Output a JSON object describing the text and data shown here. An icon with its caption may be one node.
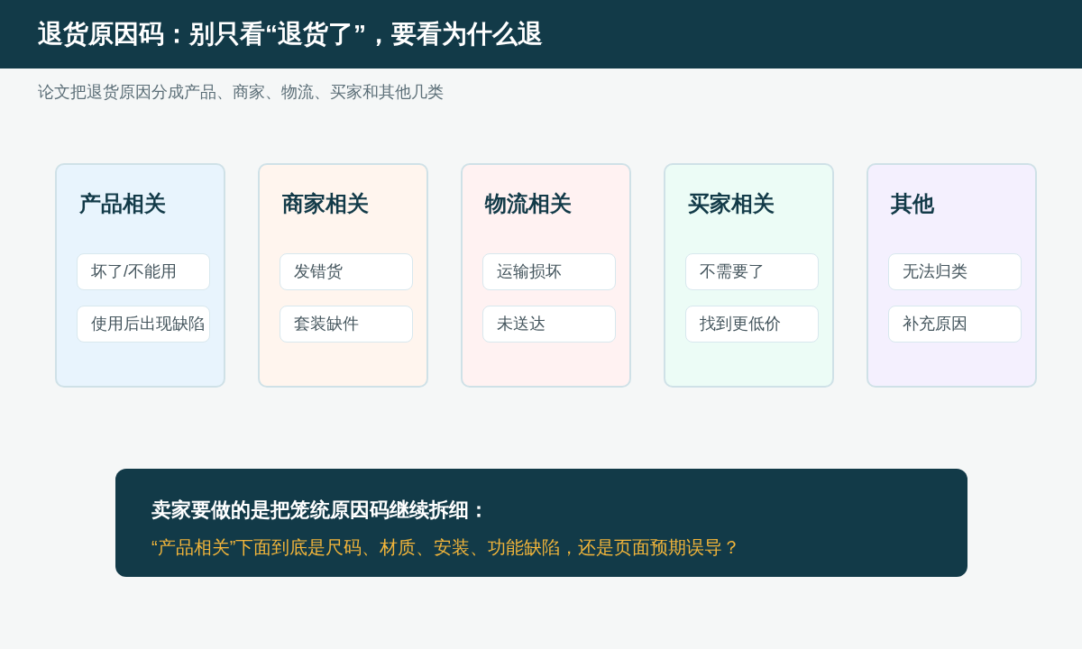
{
  "diagram": {
    "title": "退货原因码：别只看“退货了”，要看为什么退",
    "nodes": [
      {
        "text": [
          "产品相关"
        ]
      },
      {
        "text": [
          "坏了/不能用"
        ],
        "in": 0
      },
      {
        "text": [
          "使用后出现缺陷"
        ],
        "in": 0
      },
      {
        "text": [
          "商家相关"
        ]
      },
      {
        "text": [
          "发错货"
        ],
        "in": 3
      },
      {
        "text": [
          "套装缺件"
        ],
        "in": 3
      },
      {
        "text": [
          "物流相关"
        ]
      },
      {
        "text": [
          "运输损坏"
        ],
        "in": 6
      },
      {
        "text": [
          "未送达"
        ],
        "in": 6
      },
      {
        "text": [
          "买家相关"
        ]
      },
      {
        "text": [
          "不需要了"
        ],
        "in": 9
      },
      {
        "text": [
          "找到更低价"
        ],
        "in": 9
      },
      {
        "text": [
          "其他"
        ]
      },
      {
        "text": [
          "无法归类"
        ],
        "in": 12
      },
      {
        "text": [
          "补充原因"
        ],
        "in": 12
      },
      {
        "text": [
          "卖家要做的是把笼统原因码继续拆细：",
          "“产品相关”下面到底是尺码、材质、安装、功能缺陷，还是页面预期误导？"
        ]
      }
    ],
    "labels": [
      "论文把退货原因分成产品、商家、物流、买家和其他几类"
    ]
  }
}
